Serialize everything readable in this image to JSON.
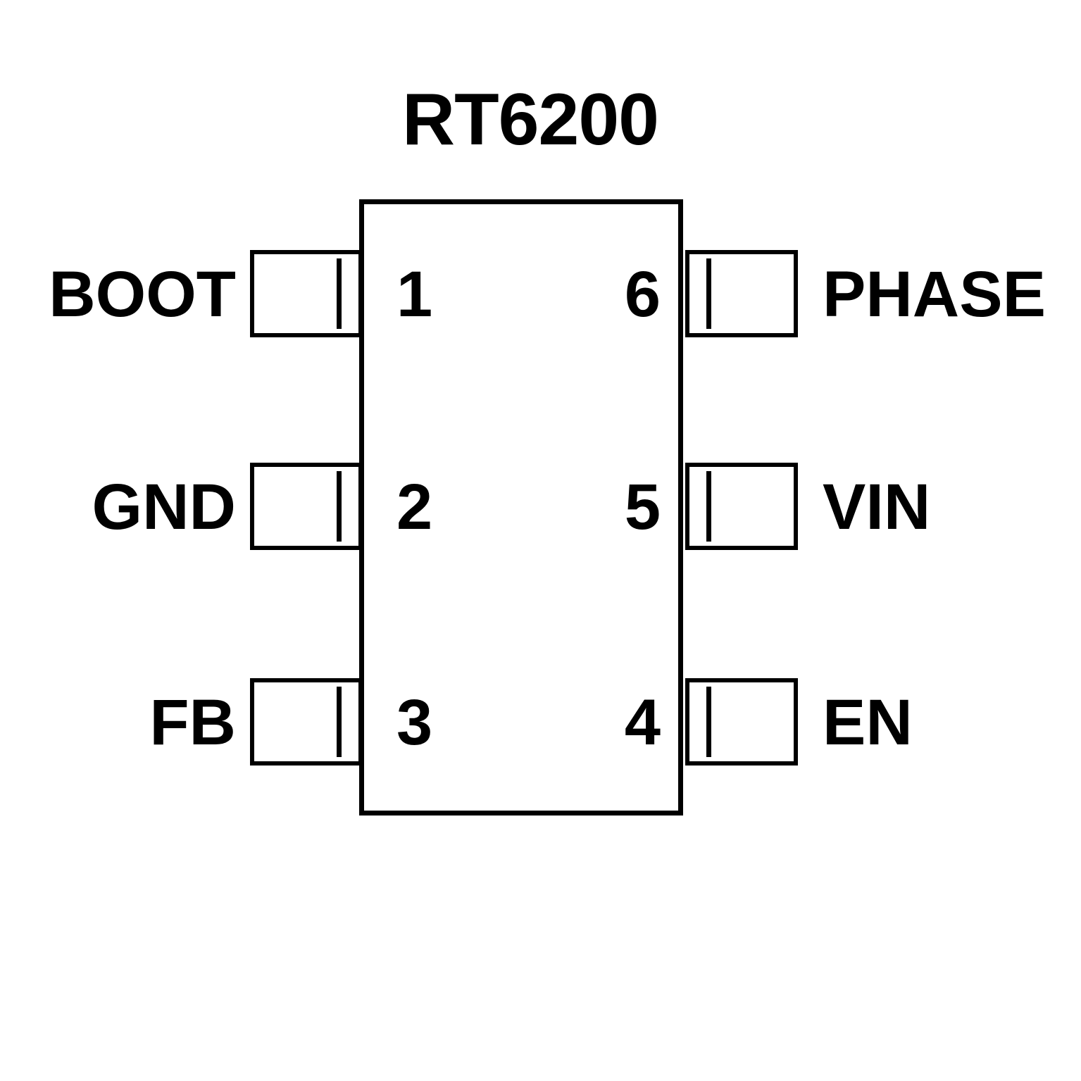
{
  "title": "RT6200",
  "package": {
    "body_label": "ic-body",
    "pin_count": 6
  },
  "colors": {
    "outline": "#000000",
    "background": "#ffffff",
    "text": "#000000"
  },
  "pins": {
    "left": [
      {
        "number": "1",
        "label": "BOOT",
        "row": 1
      },
      {
        "number": "2",
        "label": "GND",
        "row": 2
      },
      {
        "number": "3",
        "label": "FB",
        "row": 3
      }
    ],
    "right": [
      {
        "number": "6",
        "label": "PHASE",
        "row": 1
      },
      {
        "number": "5",
        "label": "VIN",
        "row": 2
      },
      {
        "number": "4",
        "label": "EN",
        "row": 3
      }
    ]
  }
}
